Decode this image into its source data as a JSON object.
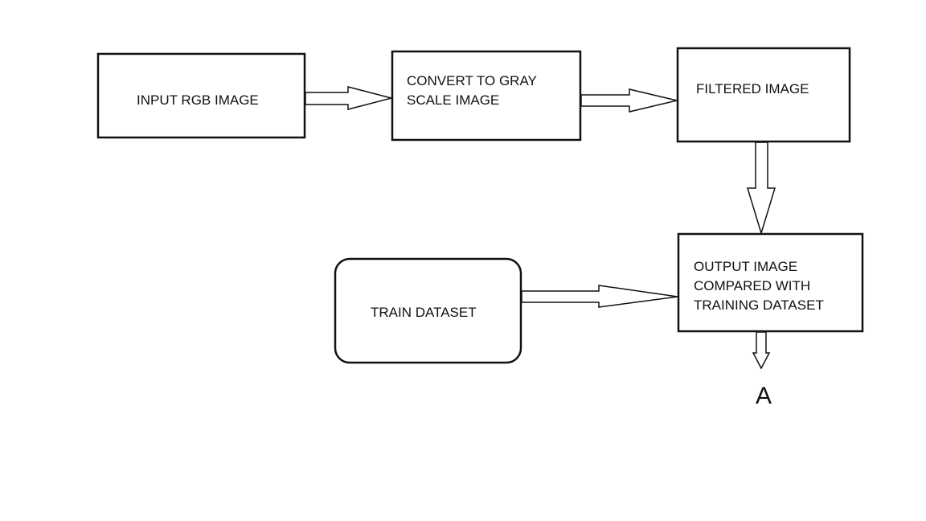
{
  "diagram": {
    "nodes": {
      "input_rgb": {
        "lines": [
          "INPUT RGB IMAGE"
        ]
      },
      "convert_gray": {
        "lines": [
          "CONVERT TO GRAY",
          "SCALE IMAGE"
        ]
      },
      "filtered": {
        "lines": [
          "FILTERED IMAGE"
        ]
      },
      "output_compare": {
        "lines": [
          "OUTPUT IMAGE",
          "COMPARED WITH",
          "TRAINING DATASET"
        ]
      },
      "train_dataset": {
        "lines": [
          "TRAIN DATASET"
        ]
      }
    },
    "connector_label": "A",
    "edges": [
      {
        "from": "input_rgb",
        "to": "convert_gray"
      },
      {
        "from": "convert_gray",
        "to": "filtered"
      },
      {
        "from": "filtered",
        "to": "output_compare"
      },
      {
        "from": "train_dataset",
        "to": "output_compare"
      },
      {
        "from": "output_compare",
        "to": "A"
      }
    ],
    "colors": {
      "stroke": "#111111",
      "fill": "#ffffff",
      "text": "#111111"
    }
  }
}
